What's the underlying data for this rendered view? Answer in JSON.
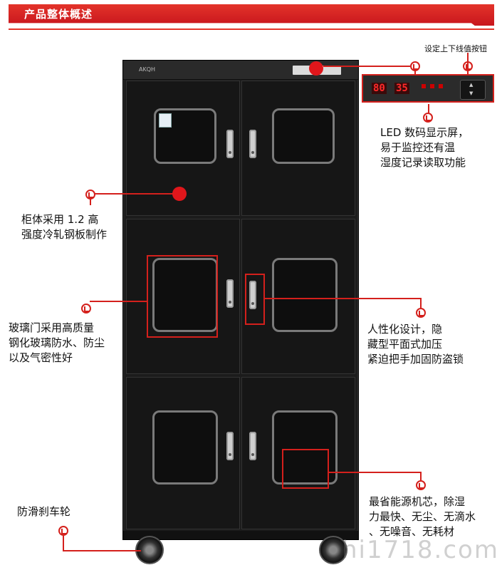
{
  "header": {
    "title": "产品整体概述"
  },
  "cabinet": {
    "brand": "AKQH"
  },
  "callouts": {
    "buttons_label": "设定上下线值按钮",
    "led": "LED 数码显示屏，\n易于监控还有温\n湿度记录读取功能",
    "body": "柜体采用 1.2 高\n强度冷轧钢板制作",
    "glass": "玻璃门采用高质量\n钢化玻璃防水、防尘\n以及气密性好",
    "handle": "人性化设计，隐\n藏型平面式加压\n紧迫把手加固防盗锁",
    "wheel": "防滑刹车轮",
    "module": "最省能源机芯，除湿\n力最快、无尘、无滴水\n、无噪音、无耗材"
  },
  "led_panel": {
    "left_value": "80",
    "right_value": "35"
  },
  "watermark": "hi1718.com",
  "colors": {
    "accent": "#d4201c",
    "header": "#c8161d",
    "cabinet": "#1c1c1c"
  }
}
